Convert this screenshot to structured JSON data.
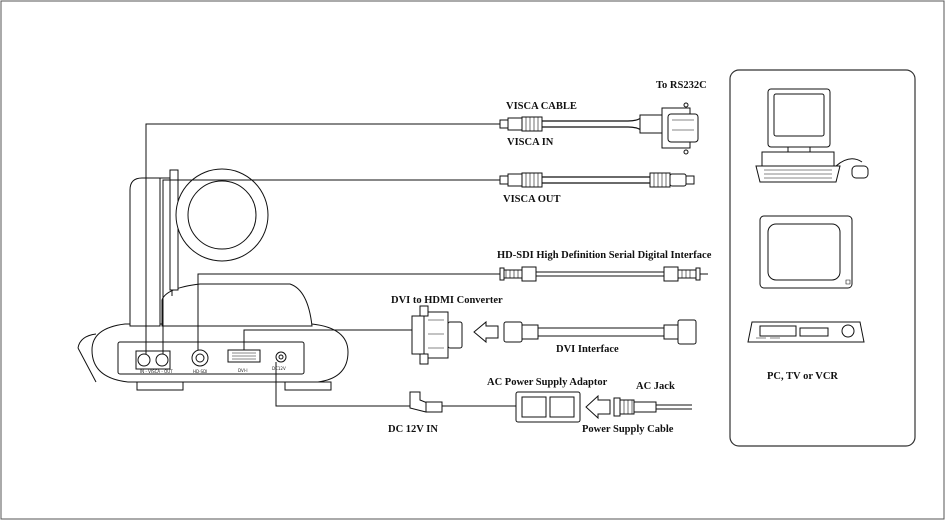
{
  "labels": {
    "to_rs232c": "To RS232C",
    "visca_cable": "VISCA CABLE",
    "visca_in": "VISCA IN",
    "visca_out": "VISCA OUT",
    "hd_sdi": "HD-SDI High Definition Serial Digital Interface",
    "dvi_hdmi_converter": "DVI to HDMI Converter",
    "dvi_interface": "DVI Interface",
    "ac_power_supply_adaptor": "AC Power Supply Adaptor",
    "ac_jack": "AC Jack",
    "dc_12v_in": "DC 12V IN",
    "power_supply_cable": "Power Supply Cable",
    "devices_caption": "PC, TV or VCR"
  },
  "panel_text": {
    "visca_ports": "IN - VISCA - OUT",
    "hd_sdi_port": "HD-SDI",
    "dvi_port": "DVI-I",
    "dc_port": "DC12V"
  },
  "colors": {
    "stroke": "#111111",
    "frame": "#555555"
  }
}
